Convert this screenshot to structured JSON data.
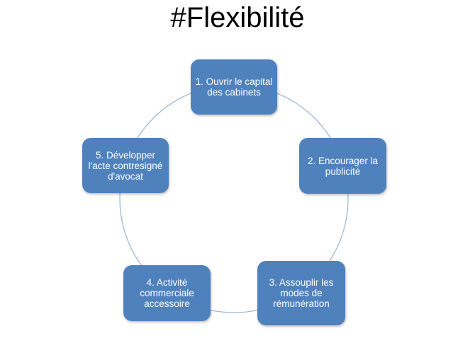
{
  "title": "#Flexibilité",
  "nodes": [
    {
      "id": "1",
      "text": "1. Ouvrir le capital  des cabinets"
    },
    {
      "id": "2",
      "text": "2. Encourager la publicité"
    },
    {
      "id": "3",
      "text": "3. Assouplir les modes de rémunération"
    },
    {
      "id": "4",
      "text": "4. Activité commerciale accessoire"
    },
    {
      "id": "5",
      "text": "5. Développer l'acte contresigné d'avocat"
    }
  ],
  "colors": {
    "node_fill": "#4f81bd",
    "node_text": "#ffffff",
    "ring": "#9bb3d3",
    "title": "#000000"
  }
}
